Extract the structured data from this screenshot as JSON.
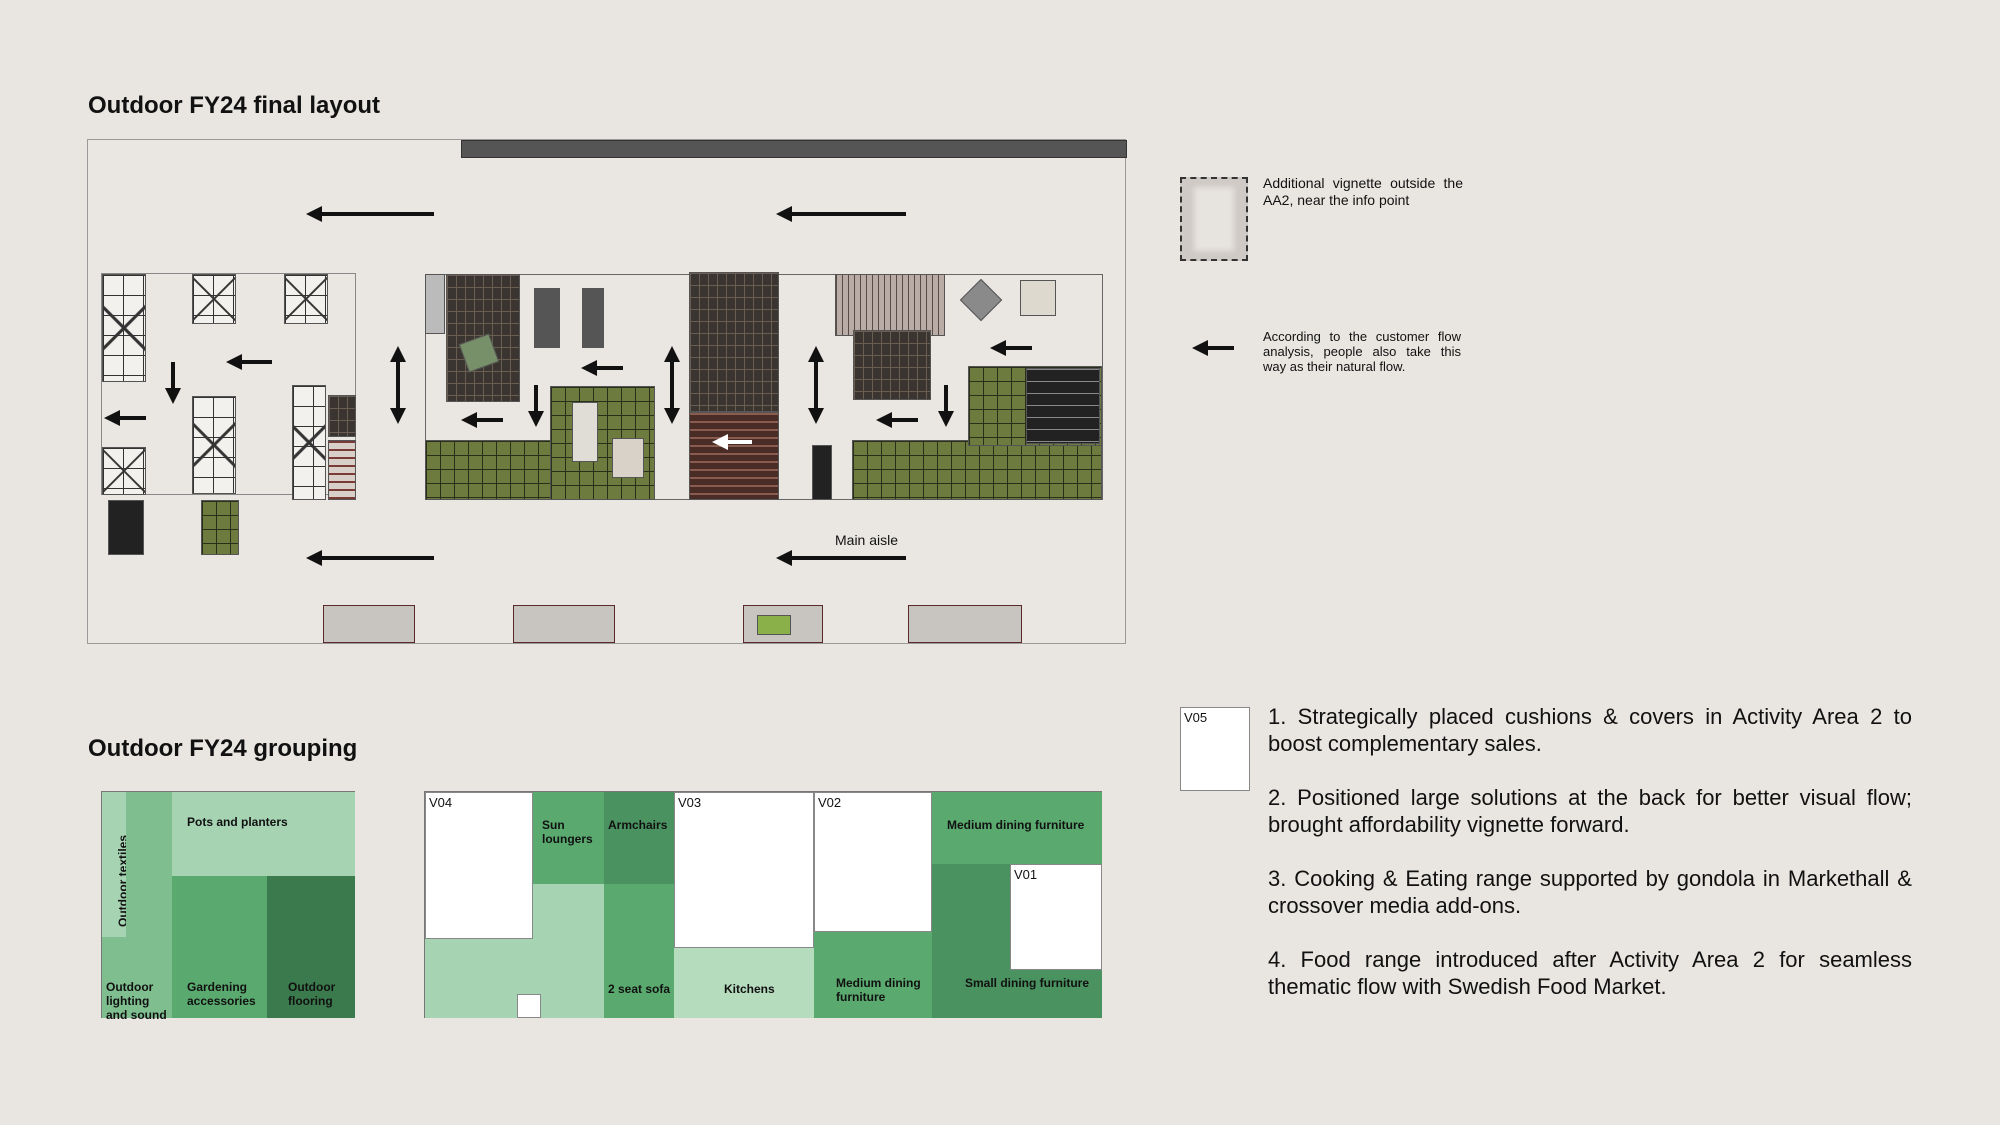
{
  "layout_title": "Outdoor FY24 final layout",
  "grouping_title": "Outdoor FY24 grouping",
  "main_aisle_label": "Main aisle",
  "legend": {
    "vignette_note": "Additional vignette outside the AA2, near the info point",
    "flow_note": "According to the customer flow analysis, people also take this way as their natural flow."
  },
  "v05_label": "V05",
  "notes": [
    "1. Strategically placed cushions & covers in Activity Area 2 to boost complementary sales.",
    "2. Positioned large solutions at the back for better visual flow; brought affordability vignette forward.",
    "3. Cooking & Eating range supported by gondola in Markethall & crossover media add-ons.",
    "4. Food range introduced after Activity Area 2 for seamless thematic flow with Swedish Food Market."
  ],
  "grouping_left": {
    "outdoor_textiles": "Outdoor textiles",
    "pots_and_planters": "Pots and planters",
    "outdoor_lighting": "Outdoor lighting and sound",
    "gardening_accessories": "Gardening accessories",
    "outdoor_flooring": "Outdoor flooring"
  },
  "grouping_right": {
    "v04": "V04",
    "v03": "V03",
    "v02": "V02",
    "v01": "V01",
    "sun_loungers": "Sun loungers",
    "armchairs": "Armchairs",
    "medium_dining_top": "Medium dining furniture",
    "two_seat_sofa": "2 seat sofa",
    "kitchens": "Kitchens",
    "medium_dining_bottom": "Medium dining furniture",
    "small_dining": "Small dining furniture"
  },
  "colors": {
    "background": "#e9e6e1",
    "green_light": "#a6d3b2",
    "green_mid": "#7fbf8f",
    "green_strong": "#5aaa6f",
    "green_deep": "#4a9360",
    "green_dark": "#3a7a4c"
  }
}
